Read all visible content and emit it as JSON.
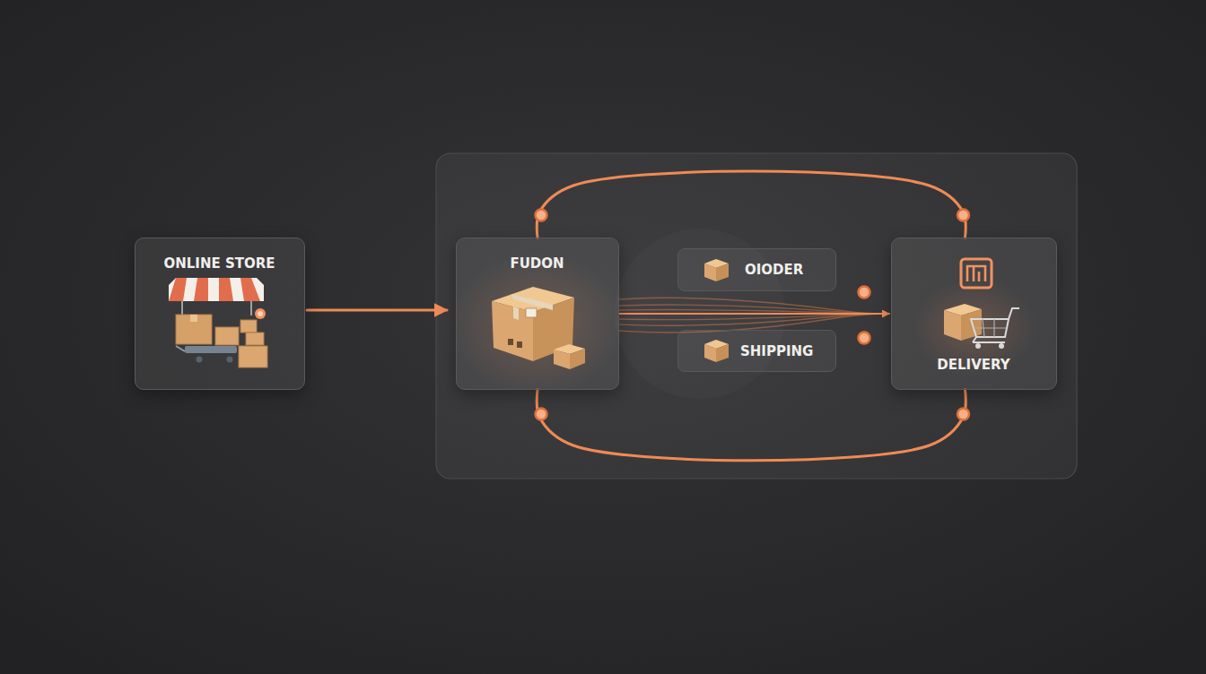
{
  "diagram": {
    "nodes": [
      {
        "text": [
          "ONLINE STORE"
        ]
      },
      {
        "text": [
          "FUDON"
        ]
      },
      {
        "text": [
          "OIODER"
        ]
      },
      {
        "text": [
          "SHIPPING"
        ]
      },
      {
        "text": [
          "DELIVERY"
        ]
      }
    ],
    "edges": [
      {
        "from": 0,
        "to": 1,
        "arrow": "to"
      },
      {
        "from": 1,
        "to": 4,
        "arrow": "none"
      },
      {
        "from": 1,
        "to": 4,
        "arrow": "none"
      },
      {
        "from": 1,
        "to": 4,
        "arrow": "to"
      }
    ]
  }
}
